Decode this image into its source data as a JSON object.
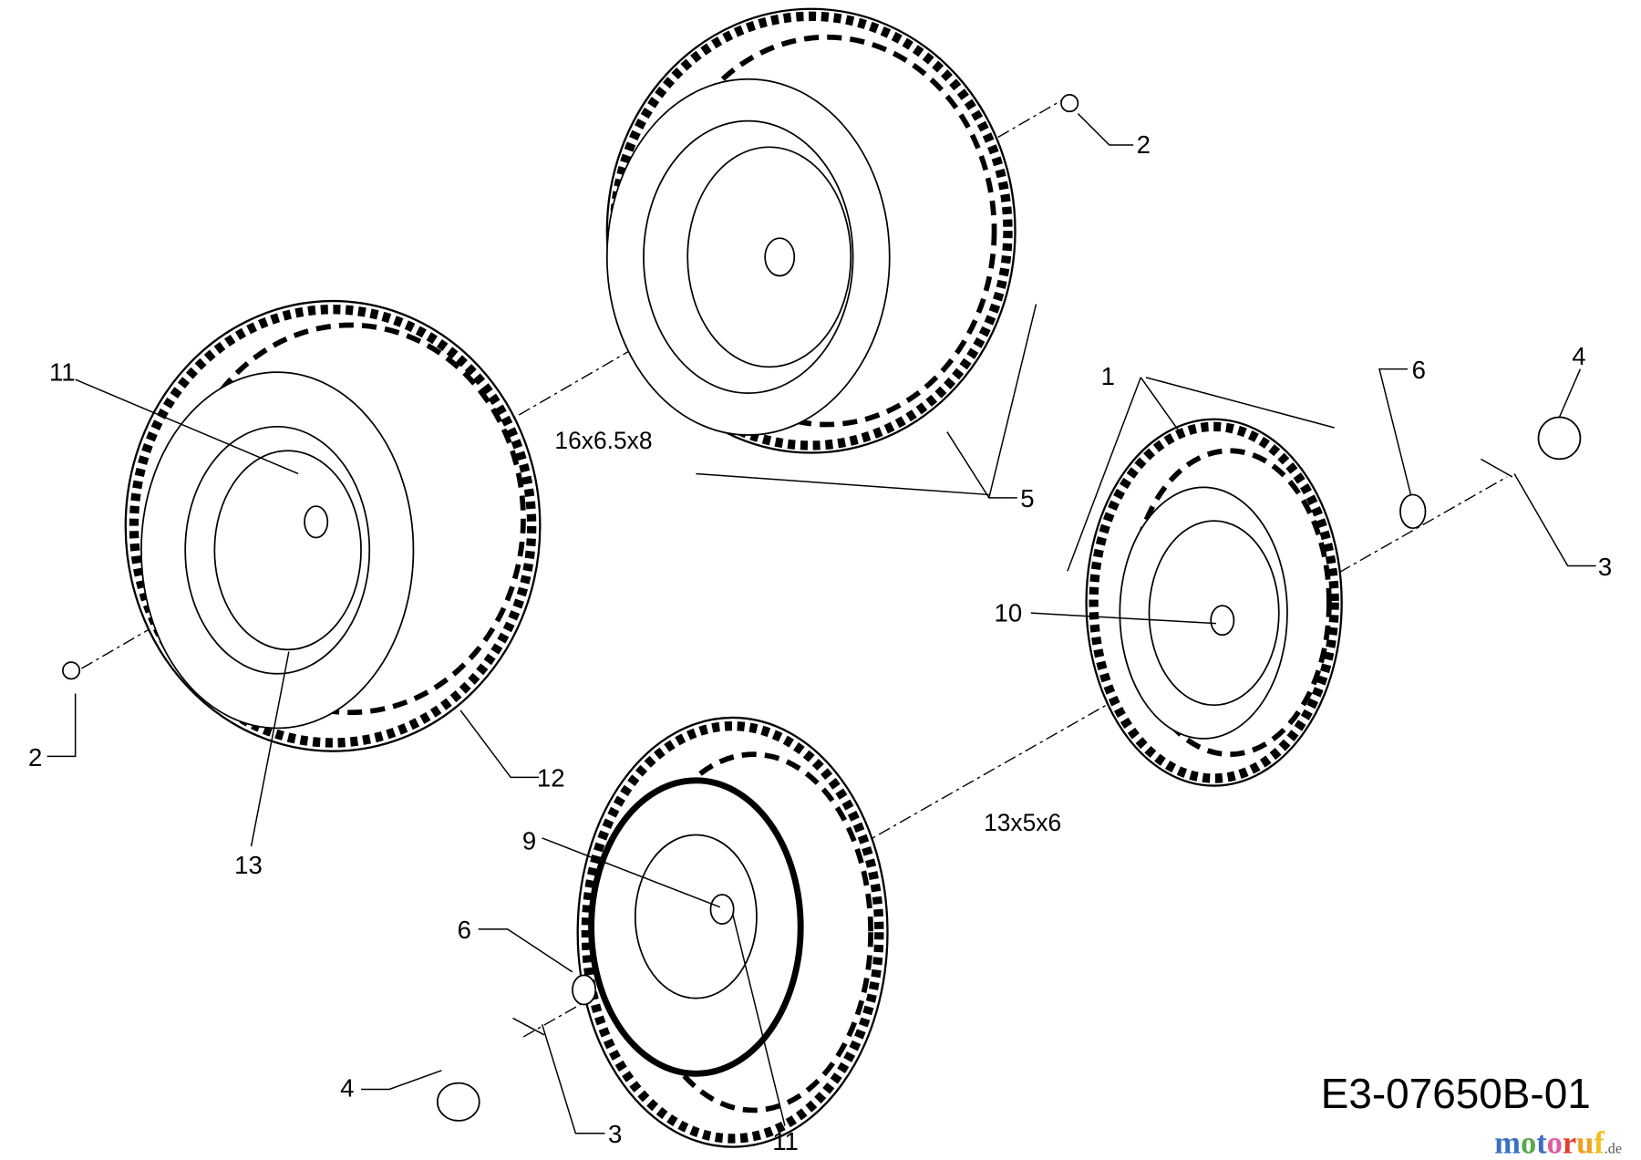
{
  "diagram": {
    "drawing_code": "E3-07650B-01",
    "watermark": "motoruf.de",
    "tire_sizes": {
      "rear": "16x6.5x8",
      "front": "13x5x6"
    },
    "callouts": [
      {
        "id": "c2a",
        "text": "2"
      },
      {
        "id": "c11a",
        "text": "11"
      },
      {
        "id": "c1",
        "text": "1"
      },
      {
        "id": "c6a",
        "text": "6"
      },
      {
        "id": "c4a",
        "text": "4"
      },
      {
        "id": "c5",
        "text": "5"
      },
      {
        "id": "c3a",
        "text": "3"
      },
      {
        "id": "c10",
        "text": "10"
      },
      {
        "id": "c2b",
        "text": "2"
      },
      {
        "id": "c12",
        "text": "12"
      },
      {
        "id": "c13",
        "text": "13"
      },
      {
        "id": "c9",
        "text": "9"
      },
      {
        "id": "c6b",
        "text": "6"
      },
      {
        "id": "c4b",
        "text": "4"
      },
      {
        "id": "c3b",
        "text": "3"
      },
      {
        "id": "c11b",
        "text": "11"
      }
    ]
  }
}
